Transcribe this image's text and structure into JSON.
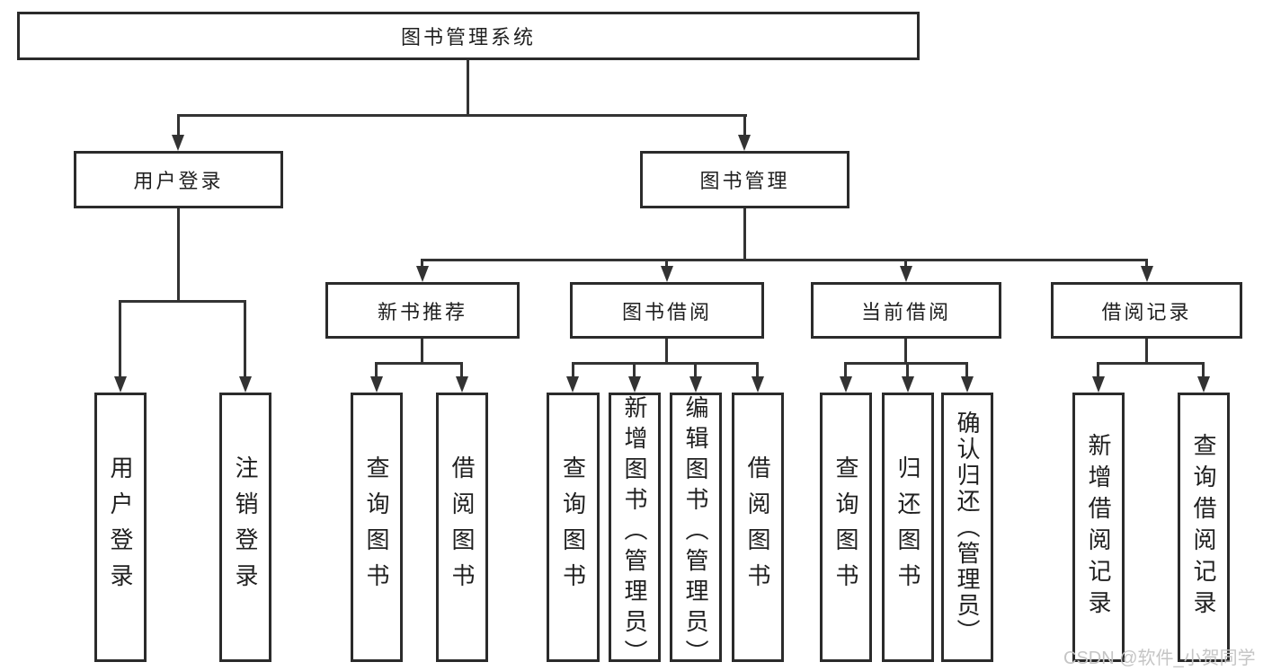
{
  "diagram": {
    "title": "图书管理系统",
    "level2": [
      {
        "label": "用户登录"
      },
      {
        "label": "图书管理"
      }
    ],
    "level3": [
      {
        "label": "新书推荐"
      },
      {
        "label": "图书借阅"
      },
      {
        "label": "当前借阅"
      },
      {
        "label": "借阅记录"
      }
    ],
    "leaves": [
      {
        "label": "用户登录"
      },
      {
        "label": "注销登录"
      },
      {
        "label": "查询图书"
      },
      {
        "label": "借阅图书"
      },
      {
        "label": "查询图书"
      },
      {
        "label": "新增图书（管理员）"
      },
      {
        "label": "编辑图书（管理员）"
      },
      {
        "label": "借阅图书"
      },
      {
        "label": "查询图书"
      },
      {
        "label": "归还图书"
      },
      {
        "label": "确认归还（管理员）"
      },
      {
        "label": "新增借阅记录"
      },
      {
        "label": "查询借阅记录"
      }
    ],
    "watermark": "CSDN @软件_小贺同学",
    "colors": {
      "line": "#333333",
      "box_border": "#2b2b2b",
      "text": "#1f1f1f",
      "background": "#ffffff",
      "watermark": "#c5c5c5"
    }
  }
}
